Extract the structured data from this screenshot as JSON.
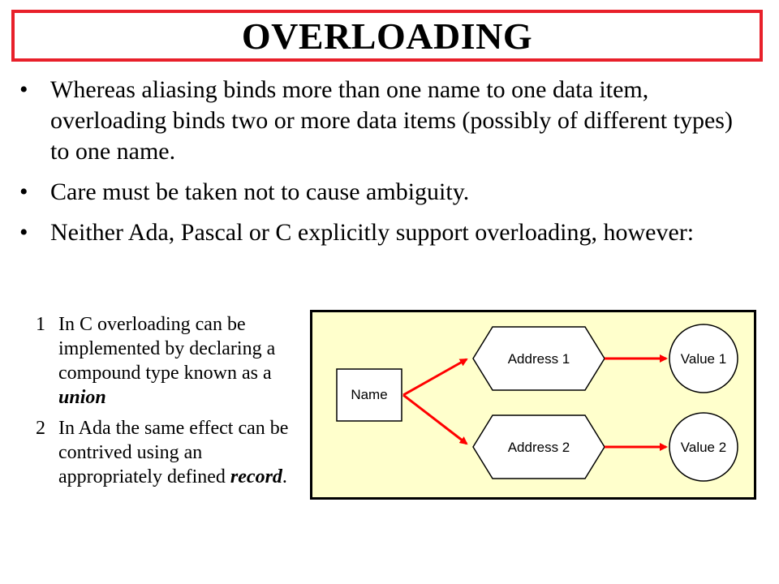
{
  "title": "OVERLOADING",
  "bullets": [
    {
      "symbol": "•",
      "text": "Whereas aliasing binds more than one name to one data item, overloading binds two or more data items (possibly of different types) to one name."
    },
    {
      "symbol": "•",
      "text": "Care must be taken not to cause ambiguity."
    },
    {
      "symbol": "•",
      "text": "Neither Ada, Pascal or C explicitly support overloading, however:"
    }
  ],
  "numbered": [
    {
      "number": "1",
      "text": "In C overloading can be implemented by declaring a compound type known as a ",
      "emphasis": "union",
      "tail": ""
    },
    {
      "number": "2",
      "text": "In Ada the same effect can be contrived using an appropriately defined ",
      "emphasis": "record",
      "tail": "."
    }
  ],
  "diagram": {
    "name_label": "Name",
    "address_1": "Address 1",
    "address_2": "Address 2",
    "value_1": "Value 1",
    "value_2": "Value 2",
    "background_color": "#ffffcc",
    "arrow_color": "#ff0000"
  },
  "colors": {
    "title_border": "#e8202a"
  }
}
